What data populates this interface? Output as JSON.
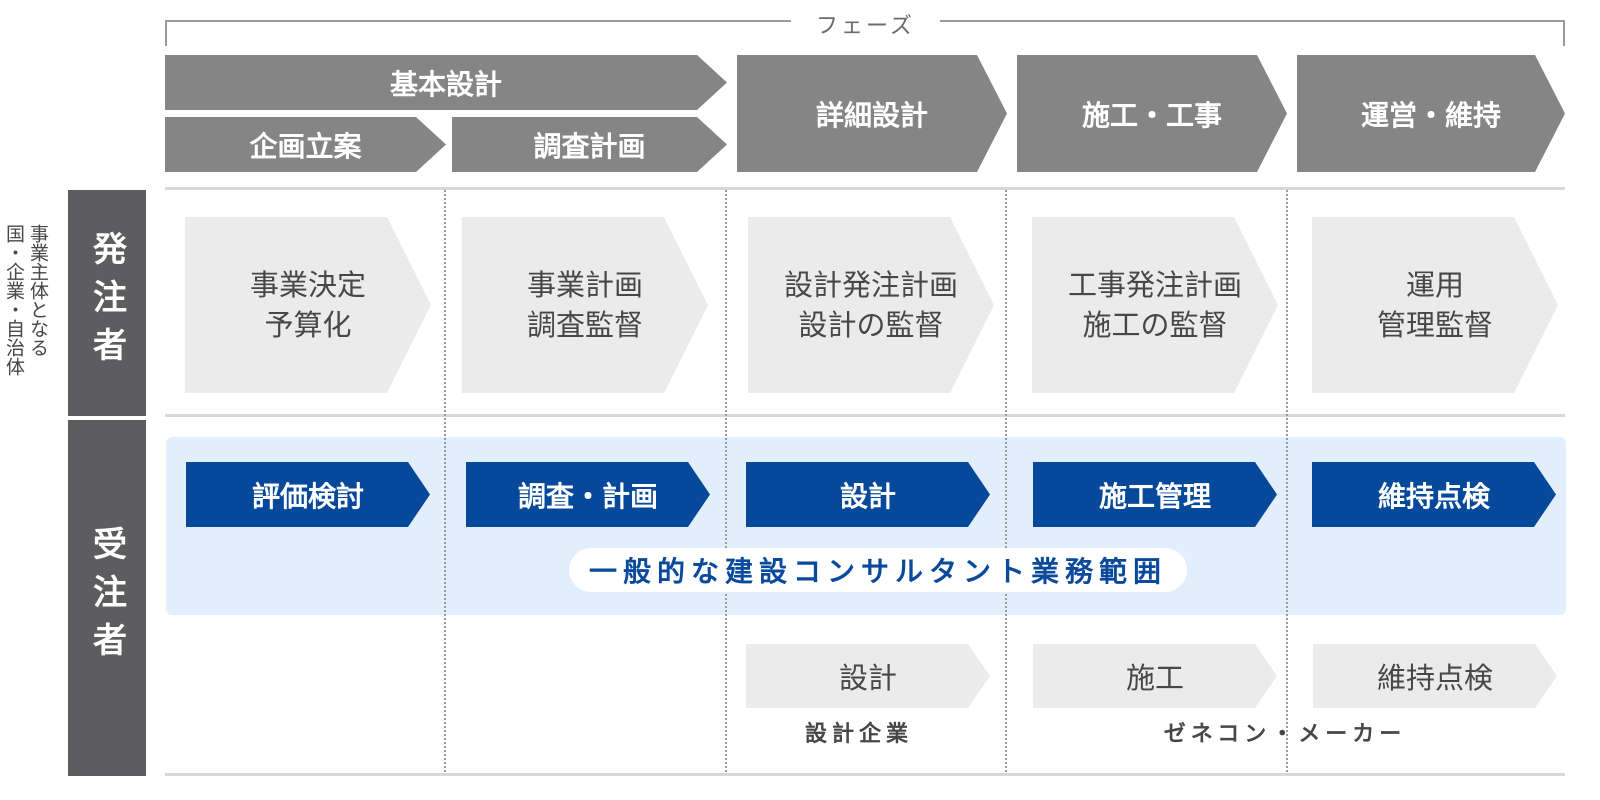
{
  "phase_header": {
    "label": "フェーズ"
  },
  "phases": {
    "basic_design": "基本設計",
    "planning": "企画立案",
    "survey_planning": "調査計画",
    "detail_design": "詳細設計",
    "construction": "施工・工事",
    "operation": "運営・維持"
  },
  "side_label": {
    "line1": "事業主体となる",
    "line2": "国・企業・自治体"
  },
  "roles": {
    "owner": "発注者",
    "contractor": "受注者"
  },
  "owner_tasks": [
    {
      "line1": "事業決定",
      "line2": "予算化"
    },
    {
      "line1": "事業計画",
      "line2": "調査監督"
    },
    {
      "line1": "設計発注計画",
      "line2": "設計の監督"
    },
    {
      "line1": "工事発注計画",
      "line2": "施工の監督"
    },
    {
      "line1": "運用",
      "line2": "管理監督"
    }
  ],
  "consultant_tasks": [
    "評価検討",
    "調査・計画",
    "設計",
    "施工管理",
    "維持点検"
  ],
  "consultant_scope_label": "一般的な建設コンサルタント業務範囲",
  "other_tasks": [
    "設計",
    "施工",
    "維持点検"
  ],
  "other_captions": {
    "design_firm": "設計企業",
    "general_contractor": "ゼネコン・メーカー"
  },
  "colors": {
    "phase_gray": "#858585",
    "role_gray": "#5d5d5f",
    "light_gray": "#ebebeb",
    "navy": "#06489a",
    "light_blue": "#e2eefb"
  }
}
